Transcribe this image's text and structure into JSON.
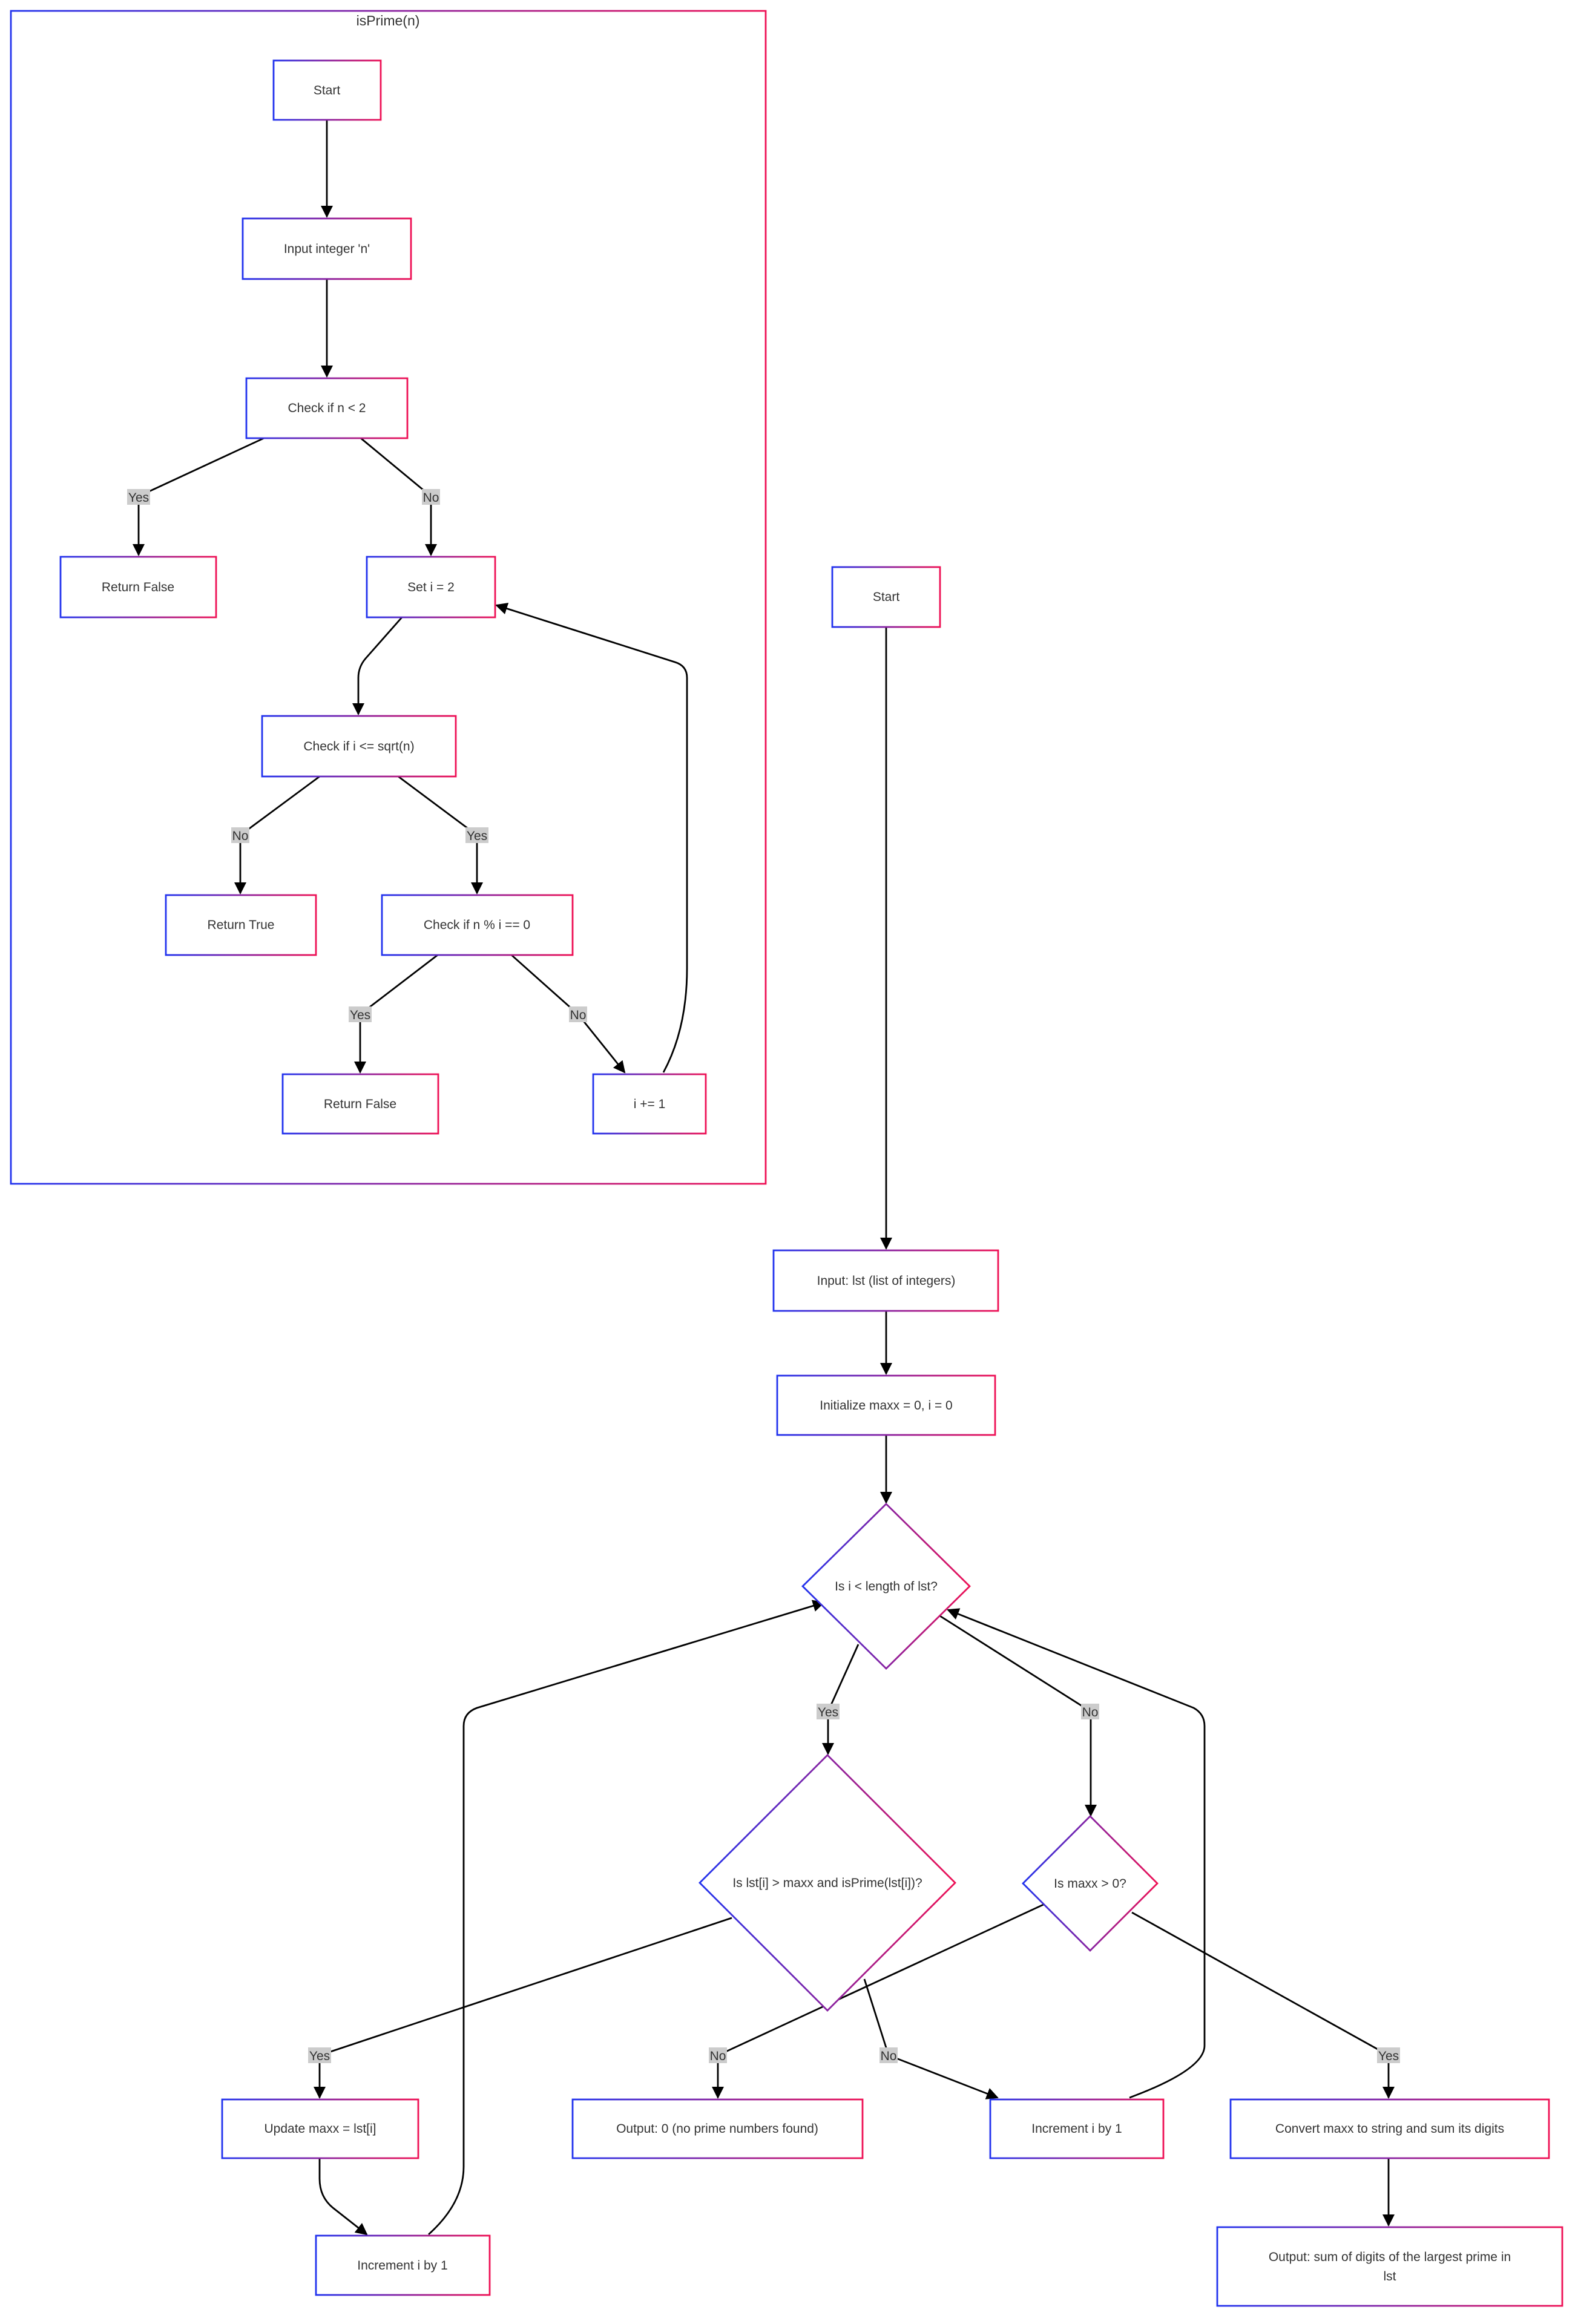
{
  "subgraph": {
    "title": "isPrime(n)"
  },
  "colors": {
    "gradient_start": "#2233ee",
    "gradient_end": "#ee1155",
    "edge": "#000000",
    "label_bg": "#cccccc"
  },
  "nodes": {
    "p_start": "Start",
    "p_input": "Input integer 'n'",
    "p_check_lt2": "Check if n < 2",
    "p_ret_false1": "Return False",
    "p_set_i": "Set i = 2",
    "p_check_sqrt": "Check if i <= sqrt(n)",
    "p_ret_true": "Return True",
    "p_check_mod": "Check if n % i == 0",
    "p_ret_false2": "Return False",
    "p_inc": "i += 1",
    "m_start": "Start",
    "m_input": "Input: lst (list of integers)",
    "m_init": "Initialize maxx = 0, i = 0",
    "m_loop": "Is i < length of lst?",
    "m_cond": "Is lst[i] > maxx and isPrime(lst[i])?",
    "m_maxx": "Is maxx > 0?",
    "m_update": "Update maxx = lst[i]",
    "m_out0": "Output: 0 (no prime numbers found)",
    "m_inc_no": "Increment i by 1",
    "m_convert": "Convert maxx to string and sum its digits",
    "m_inc_after": "Increment i by 1",
    "m_out_line1": "Output: sum of digits of the largest prime in",
    "m_out_line2": "lst"
  },
  "edge_labels": {
    "lt2_yes": "Yes",
    "lt2_no": "No",
    "sqrt_no": "No",
    "sqrt_yes": "Yes",
    "mod_yes": "Yes",
    "mod_no": "No",
    "loop_yes": "Yes",
    "loop_no": "No",
    "cond_yes": "Yes",
    "cond_no": "No",
    "maxx_no": "No",
    "maxx_yes": "Yes"
  }
}
